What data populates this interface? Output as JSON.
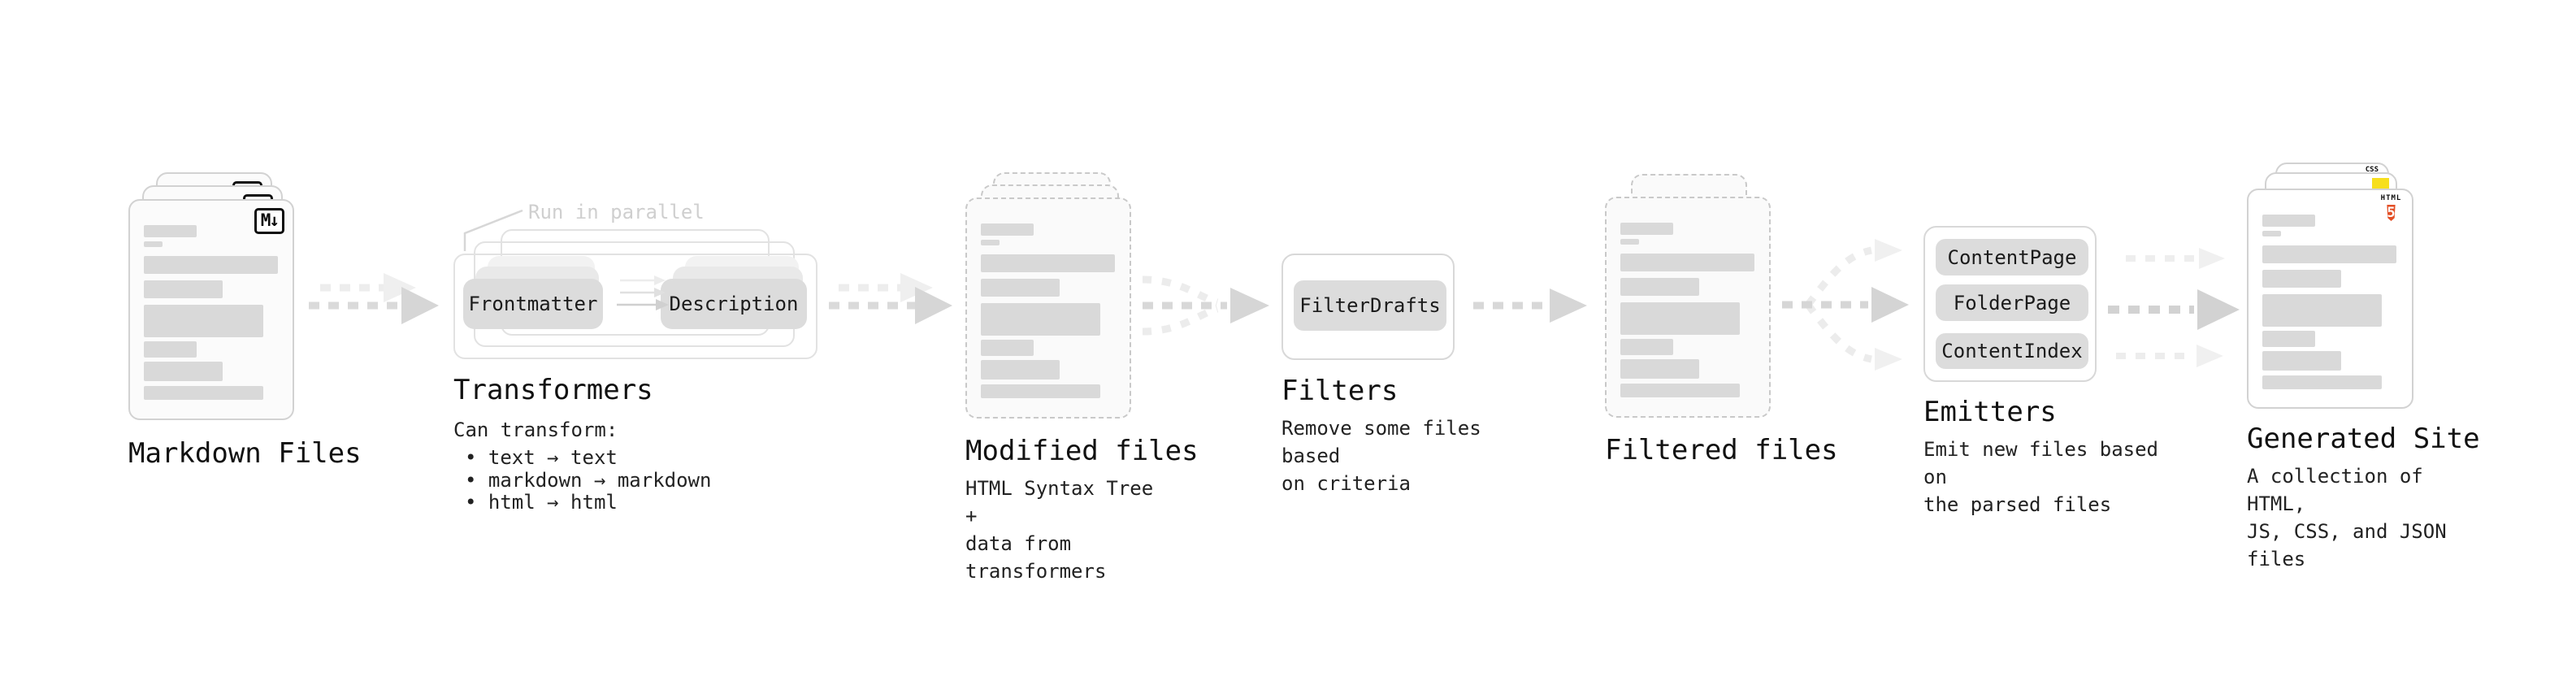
{
  "stages": {
    "markdown_files": {
      "label": "Markdown Files",
      "badge": "M↓"
    },
    "transformers": {
      "label": "Transformers",
      "callout": "Run in parallel",
      "pill_left": "Frontmatter",
      "pill_right": "Description",
      "sub_title": "Can transform:",
      "bullets": [
        "• text → text",
        "• markdown → markdown",
        "• html → html"
      ]
    },
    "modified_files": {
      "label": "Modified files",
      "description": "HTML Syntax Tree +\ndata from transformers"
    },
    "filters": {
      "label": "Filters",
      "pill": "FilterDrafts",
      "description": "Remove some files based\non criteria"
    },
    "filtered_files": {
      "label": "Filtered files"
    },
    "emitters": {
      "label": "Emitters",
      "pills": [
        "ContentPage",
        "FolderPage",
        "ContentIndex"
      ],
      "description": "Emit new files based on\nthe parsed files"
    },
    "generated_site": {
      "label": "Generated Site",
      "badge_css": "CSS",
      "badge_html_word": "HTML",
      "badge_html_number": "5",
      "description": "A collection of HTML,\nJS, CSS, and JSON files"
    }
  },
  "doc_lines": [
    [
      65,
      15,
      30
    ],
    [
      23,
      7,
      5
    ],
    [
      165,
      22,
      11
    ],
    [
      97,
      22,
      8
    ],
    [
      147,
      40,
      8
    ],
    [
      65,
      20,
      5
    ],
    [
      97,
      24,
      5
    ],
    [
      147,
      17,
      6
    ]
  ],
  "colors": {
    "html5_orange": "#e34f26",
    "js_yellow": "#f7df1e",
    "css_blue": "#2965f1"
  }
}
